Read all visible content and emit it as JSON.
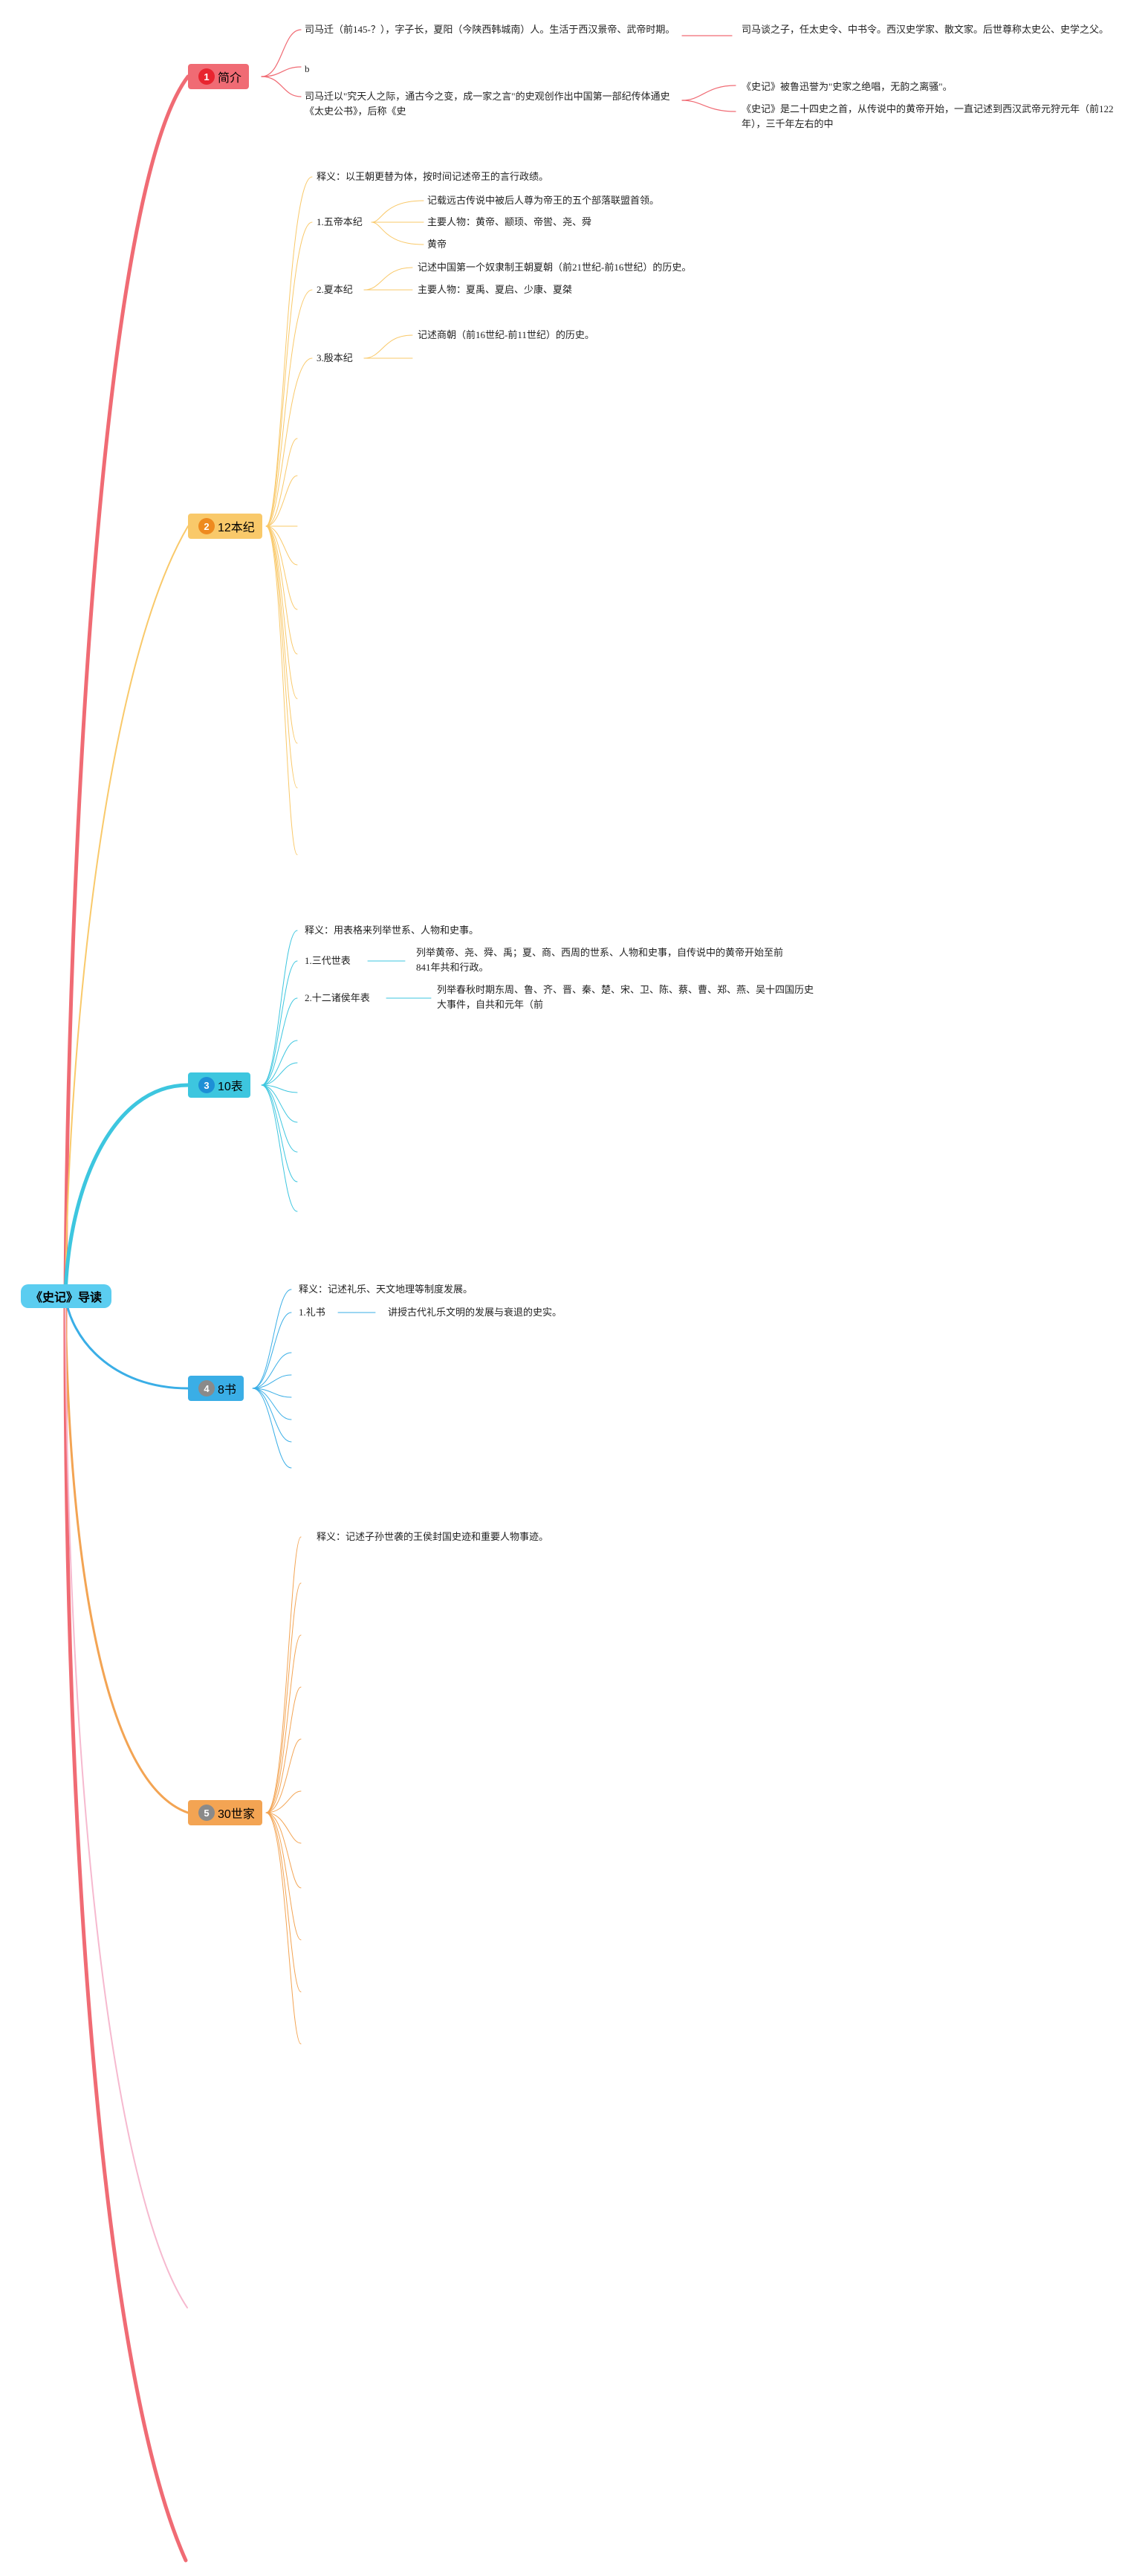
{
  "root": {
    "label": "《史记》导读"
  },
  "colors": {
    "intro": "#f06b74",
    "benji": "#f9c96a",
    "biao": "#3dc6df",
    "shu": "#3aaee6",
    "shijia": "#f3a453",
    "pink": "#f6b9cf"
  },
  "branches": {
    "intro": {
      "num": "1",
      "label": "简介",
      "items": [
        "司马迁（前145-？），字子长，夏阳（今陕西韩城南）人。生活于西汉景帝、武帝时期。",
        "b",
        "司马迁以\"究天人之际，通古今之变，成一家之言\"的史观创作出中国第一部纪传体通史《太史公书》，后称《史"
      ],
      "sub1": [
        "司马谈之子，任太史令、中书令。西汉史学家、散文家。后世尊称太史公、史学之父。"
      ],
      "sub3": [
        "《史记》被鲁迅誉为\"史家之绝唱，无韵之离骚\"。",
        "《史记》是二十四史之首，从传说中的黄帝开始，一直记述到西汉武帝元狩元年（前122年），三千年左右的中"
      ]
    },
    "benji": {
      "num": "2",
      "label": "12本纪",
      "def": "释义：以王朝更替为体，按时间记述帝王的言行政绩。",
      "items": [
        {
          "title": "1.五帝本纪",
          "children": [
            "记载远古传说中被后人尊为帝王的五个部落联盟首领。",
            "主要人物：黄帝、颛顼、帝喾、尧、舜",
            "黄帝"
          ]
        },
        {
          "title": "2.夏本纪",
          "children": [
            "记述中国第一个奴隶制王朝夏朝（前21世纪-前16世纪）的历史。",
            "主要人物：夏禹、夏启、少康、夏桀"
          ]
        },
        {
          "title": "3.殷本纪",
          "children": [
            "记述商朝（前16世纪-前11世纪）的历史。"
          ]
        }
      ]
    },
    "biao": {
      "num": "3",
      "label": "10表",
      "def": "释义：用表格来列举世系、人物和史事。",
      "items": [
        {
          "title": "1.三代世表",
          "children": [
            "列举黄帝、尧、舜、禹；夏、商、西周的世系、人物和史事，自传说中的黄帝开始至前841年共和行政。"
          ]
        },
        {
          "title": "2.十二诸侯年表",
          "children": [
            "列举春秋时期东周、鲁、齐、晋、秦、楚、宋、卫、陈、蔡、曹、郑、燕、吴十四国历史大事件，自共和元年（前"
          ]
        }
      ]
    },
    "shu": {
      "num": "4",
      "label": "8书",
      "def": "释义：记述礼乐、天文地理等制度发展。",
      "items": [
        {
          "title": "1.礼书",
          "children": [
            "讲授古代礼乐文明的发展与衰退的史实。"
          ]
        }
      ]
    },
    "shijia": {
      "num": "5",
      "label": "30世家",
      "def": "释义：记述子孙世袭的王侯封国史迹和重要人物事迹。"
    }
  }
}
